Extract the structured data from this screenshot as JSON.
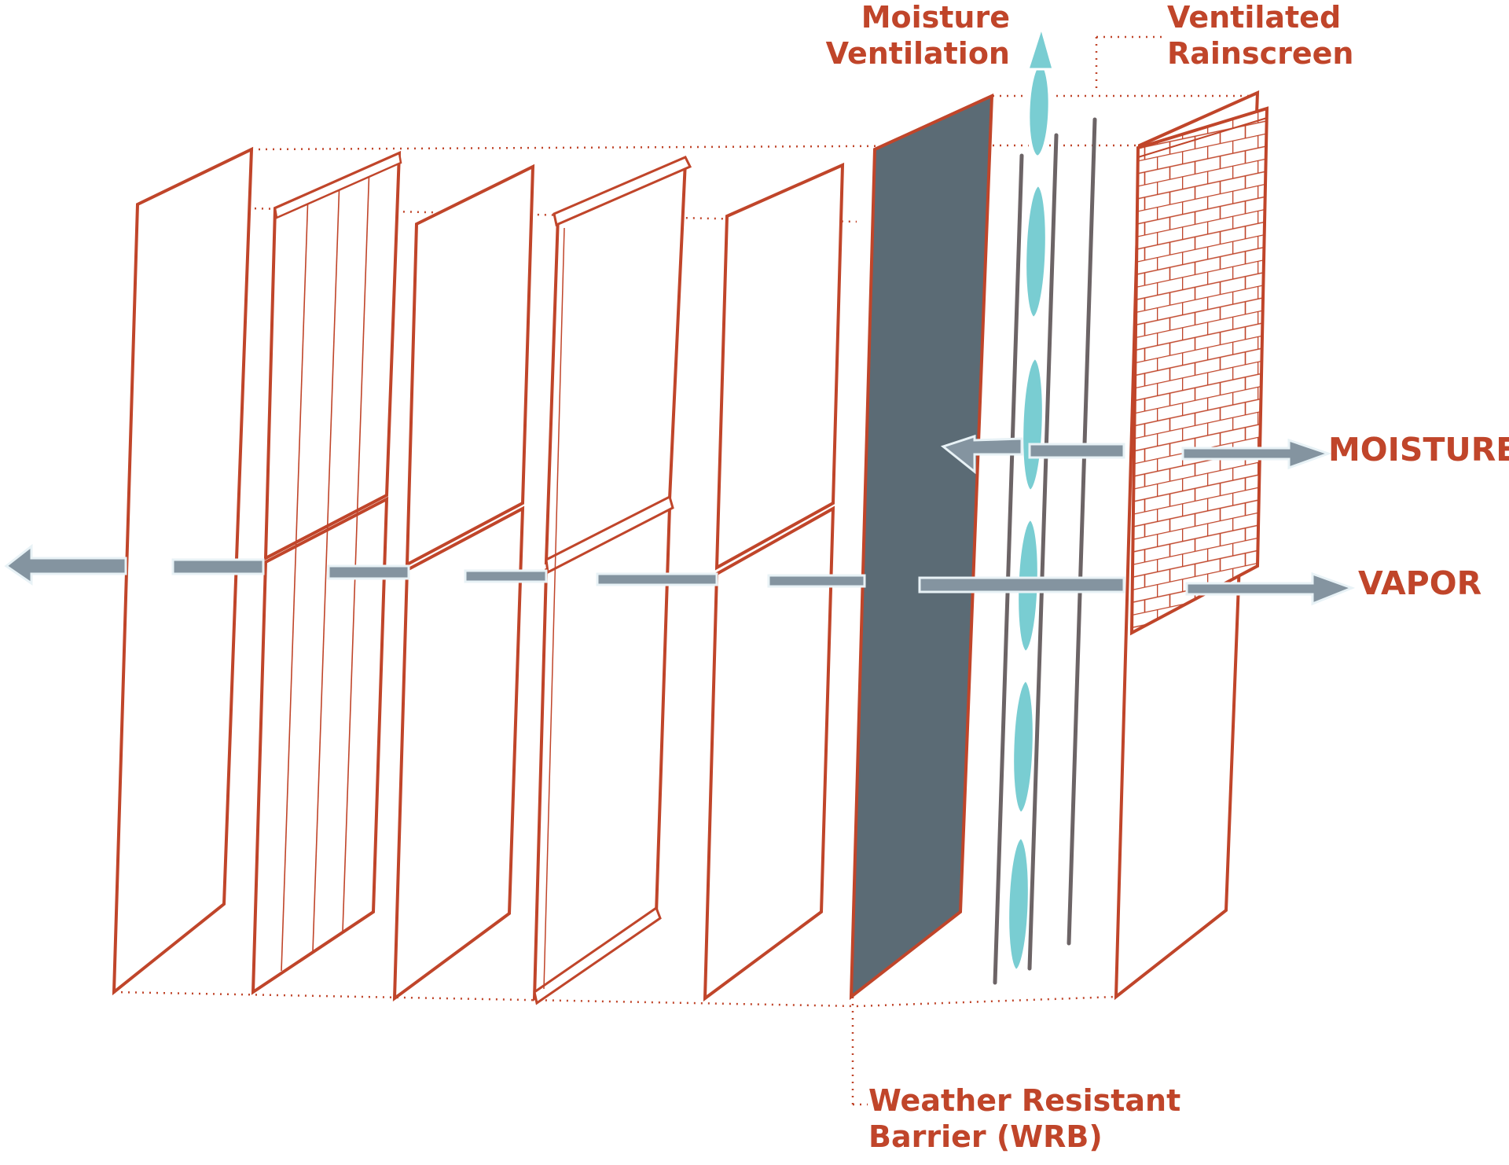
{
  "labels": {
    "moisture_ventilation": [
      "Moisture",
      "Ventilation"
    ],
    "ventilated_rainscreen": [
      "Ventilated",
      "Rainscreen"
    ],
    "moisture": "MOISTURE",
    "vapor": "VAPOR",
    "wrb": [
      "Weather Resistant",
      "Barrier (WRB)"
    ]
  },
  "colors": {
    "outline": "#c0452a",
    "wrb_fill": "#5b6b75",
    "arrow": "#8494a0",
    "airflow": "#79cdd2",
    "furring": "#6c6466"
  },
  "icons": {
    "flow_arrows": "left-right arrows",
    "airflow_arrow": "up arrow"
  }
}
